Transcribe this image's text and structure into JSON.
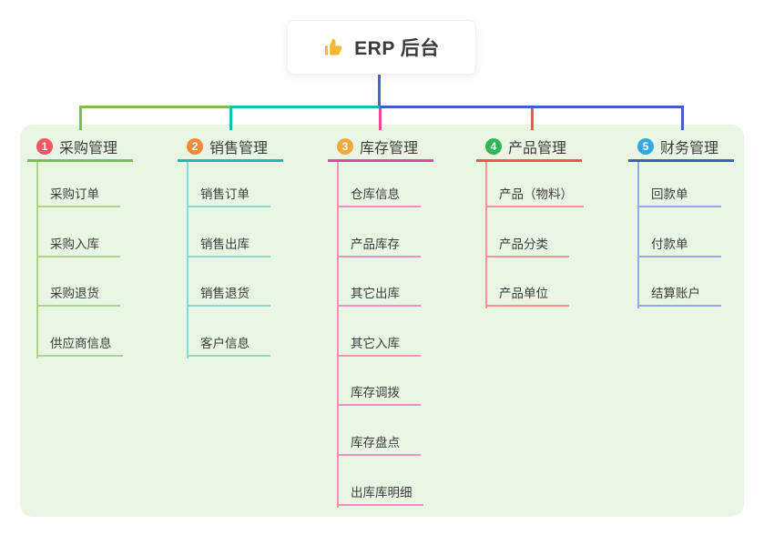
{
  "root": {
    "title": "ERP 后台",
    "icon": "thumbs-up-icon"
  },
  "colors": {
    "canvas_bg": "#ffffff",
    "panel_bg": "#e9f6e4",
    "text": "#3c3c3c",
    "root_connector": "#4d5ecf",
    "thumb_icon": "#f5b832"
  },
  "branches": [
    {
      "id": "purchase",
      "badge": "1",
      "label": "采购管理",
      "badge_color": "#f25663",
      "line_color": "#7cbe4f",
      "sub_line_color": "#abd58b",
      "items": [
        "采购订单",
        "采购入库",
        "采购退货",
        "供应商信息"
      ]
    },
    {
      "id": "sales",
      "badge": "2",
      "label": "销售管理",
      "badge_color": "#f58a3c",
      "line_color": "#14bfb1",
      "sub_line_color": "#8bd9d1",
      "items": [
        "销售订单",
        "销售出库",
        "销售退货",
        "客户信息"
      ]
    },
    {
      "id": "inventory",
      "badge": "3",
      "label": "库存管理",
      "badge_color": "#f2a93b",
      "line_color": "#e9479e",
      "sub_line_color": "#f18fc3",
      "items": [
        "仓库信息",
        "产品库存",
        "其它出库",
        "其它入库",
        "库存调拨",
        "库存盘点",
        "出库库明细"
      ]
    },
    {
      "id": "product",
      "badge": "4",
      "label": "产品管理",
      "badge_color": "#33b457",
      "line_color": "#f8534f",
      "sub_line_color": "#f9968f",
      "items": [
        "产品（物料）",
        "产品分类",
        "产品单位"
      ]
    },
    {
      "id": "finance",
      "badge": "5",
      "label": "财务管理",
      "badge_color": "#32a9e0",
      "line_color": "#3f5ecb",
      "sub_line_color": "#93a8e6",
      "items": [
        "回款单",
        "付款单",
        "结算账户"
      ]
    }
  ]
}
